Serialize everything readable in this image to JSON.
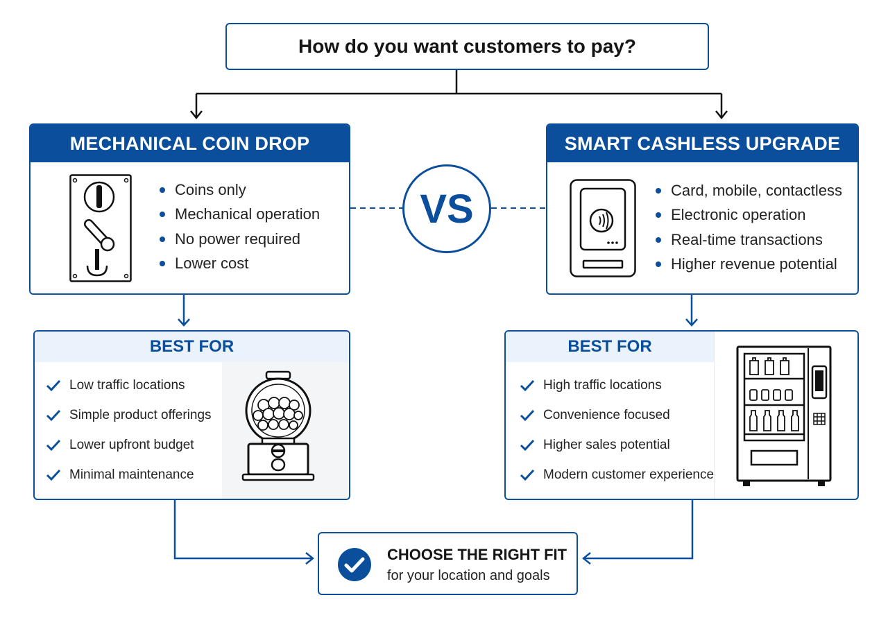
{
  "question": "How do you want customers to pay?",
  "vs_label": "VS",
  "mechanical": {
    "title": "MECHANICAL COIN DROP",
    "features": [
      "Coins only",
      "Mechanical operation",
      "No power required",
      "Lower cost"
    ],
    "best_for_title": "BEST FOR",
    "best_for": [
      "Low traffic locations",
      "Simple product offerings",
      "Lower upfront budget",
      "Minimal maintenance"
    ],
    "icon": "coin-mechanism-icon",
    "illustration": "gumball-machine-icon"
  },
  "cashless": {
    "title": "SMART CASHLESS UPGRADE",
    "features": [
      "Card, mobile, contactless",
      "Electronic operation",
      "Real-time transactions",
      "Higher revenue potential"
    ],
    "best_for_title": "BEST FOR",
    "best_for": [
      "High traffic locations",
      "Convenience focused",
      "Higher sales potential",
      "Modern customer experience"
    ],
    "icon": "contactless-reader-icon",
    "illustration": "vending-machine-icon"
  },
  "conclusion": {
    "title": "CHOOSE THE RIGHT FIT",
    "subtitle": "for your location and goals",
    "icon": "checkmark-circle-icon"
  },
  "colors": {
    "primary": "#0b4f9c",
    "light_blue": "#eaf2fb",
    "text": "#1a1a1a"
  }
}
